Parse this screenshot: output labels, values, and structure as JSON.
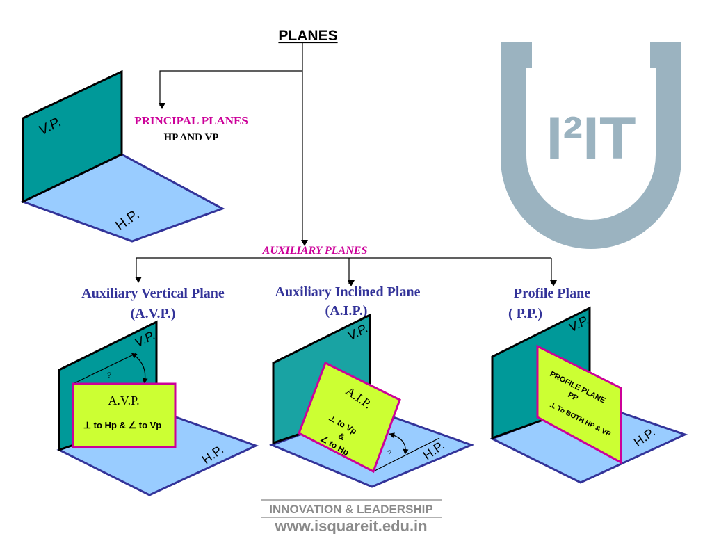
{
  "title": "PLANES",
  "principal": {
    "heading": "PRINCIPAL PLANES",
    "sub": "HP AND VP"
  },
  "auxiliary": {
    "heading": "AUXILIARY PLANES"
  },
  "avp": {
    "name": "Auxiliary Vertical Plane",
    "abbr": "(A.V.P.)",
    "panel_title": "A.V.P.",
    "panel_text": "⊥ to Hp & ∠ to Vp",
    "angle_symbol": "?"
  },
  "aip": {
    "name": "Auxiliary Inclined Plane",
    "abbr": "(A.I.P.)",
    "panel_title": "A.I.P.",
    "line1": "⊥ to Vp",
    "line2": "&",
    "line3": "∠ to Hp",
    "angle_symbol": "?"
  },
  "pp": {
    "name": "Profile Plane",
    "abbr": "( P.P.)",
    "line1": "PROFILE PLANE",
    "line2": "PP",
    "line3": "⊥ To BOTH HP & VP"
  },
  "labels": {
    "vp": "V.P.",
    "hp": "H.P."
  },
  "watermark": {
    "logo": "I²IT",
    "tagline": "INNOVATION & LEADERSHIP",
    "url": "www.isquareit.edu.in"
  },
  "colors": {
    "vp": "#009999",
    "hp": "#99ccff",
    "hp_edge": "#333399",
    "panel": "#ccff33",
    "panel_edge": "#cc0099",
    "accent_text": "#cc0099",
    "heading_text": "#333399",
    "watermark": "#8aa6b6"
  }
}
